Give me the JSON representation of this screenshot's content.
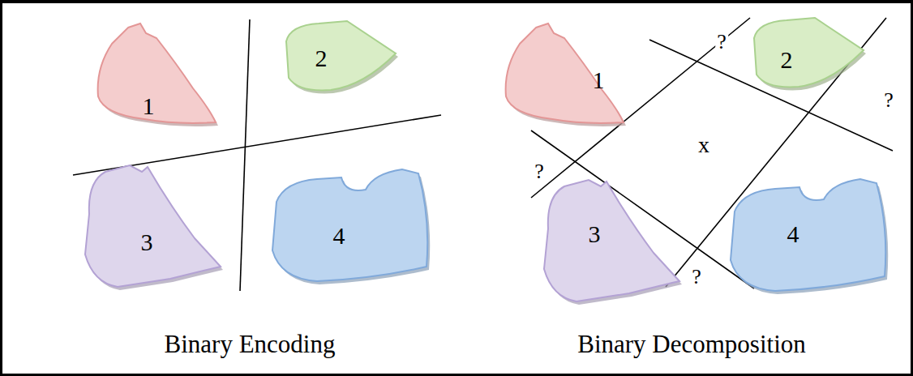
{
  "diagram": {
    "nodes": [
      {
        "text": [
          "1"
        ]
      },
      {
        "text": [
          "2"
        ]
      },
      {
        "text": [
          "3"
        ]
      },
      {
        "text": [
          "4"
        ]
      },
      {
        "text": [
          "1"
        ]
      },
      {
        "text": [
          "2"
        ]
      },
      {
        "text": [
          "3"
        ]
      },
      {
        "text": [
          "4"
        ]
      }
    ],
    "labels": [
      "?",
      "?",
      "?",
      "?",
      "x",
      "Binary Encoding",
      "Binary Decomposition"
    ]
  }
}
